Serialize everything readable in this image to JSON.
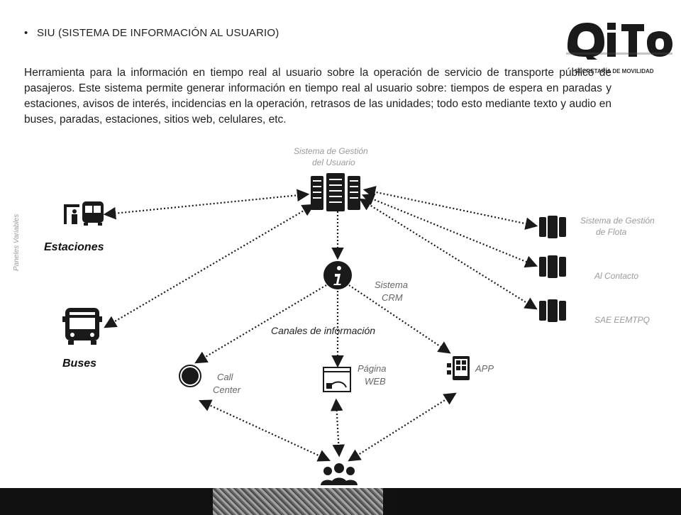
{
  "header": {
    "bullet": "•",
    "title": "SIU (SISTEMA DE INFORMACIÓN AL USUARIO)"
  },
  "logo": {
    "subtitle": "SECRETARÍA DE MOVILIDAD"
  },
  "description": "Herramienta para la información en tiempo real al usuario sobre la operación de servicio de transporte público de pasajeros. Este sistema permite generar información en tiempo real al usuario sobre: tiempos de espera en paradas y estaciones, avisos de interés, incidencias en la operación, retrasos de las unidades; todo esto mediante texto y audio en buses, paradas, estaciones, sitios web, celulares, etc.",
  "diagram": {
    "central_server_label_line1": "Sistema de Gestión",
    "central_server_label_line2": "del Usuario",
    "estaciones": "Estaciones",
    "buses": "Buses",
    "vertical_label": "Paneles Variables",
    "crm_line1": "Sistema",
    "crm_line2": "CRM",
    "canales": "Canales de información",
    "call_center_line1": "Call",
    "call_center_line2": "Center",
    "pagina_line1": "Página",
    "pagina_line2": "WEB",
    "app": "APP",
    "right_server_1_line1": "Sistema de Gestión",
    "right_server_1_line2": "de Flota",
    "right_server_2": "Al Contacto",
    "right_server_3": "SAE EEMTPQ"
  },
  "colors": {
    "icon": "#1a1a1a",
    "arrow": "#1a1a1a",
    "footer": "#111111"
  }
}
